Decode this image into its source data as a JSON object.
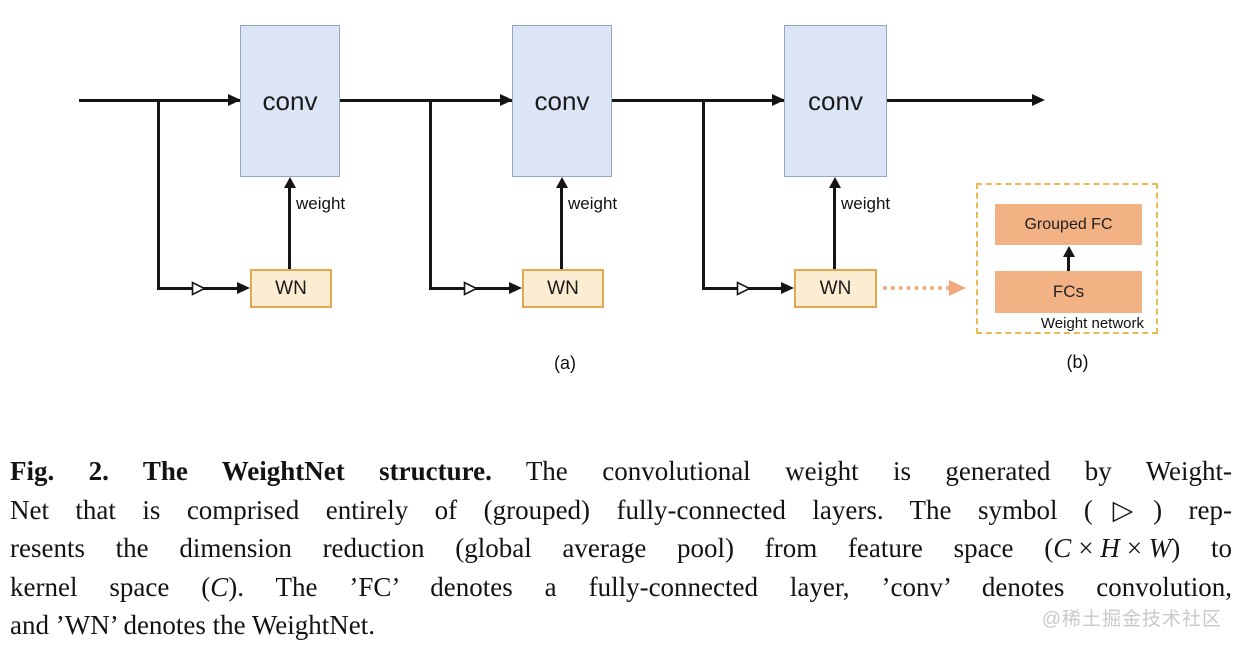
{
  "diagram": {
    "units": [
      {
        "conv_label": "conv",
        "wn_label": "WN",
        "weight_label": "weight"
      },
      {
        "conv_label": "conv",
        "wn_label": "WN",
        "weight_label": "weight"
      },
      {
        "conv_label": "conv",
        "wn_label": "WN",
        "weight_label": "weight"
      }
    ],
    "detail": {
      "grouped_fc_label": "Grouped FC",
      "fcs_label": "FCs",
      "caption": "Weight network"
    },
    "sub_labels": {
      "a": "(a)",
      "b": "(b)"
    }
  },
  "caption": {
    "lines": [
      {
        "parts": [
          {
            "t": "Fig. 2. The WeightNet structure.",
            "b": true
          },
          {
            "t": " The convolutional weight is generated by Weight-"
          }
        ]
      },
      {
        "parts": [
          {
            "t": "Net that is comprised entirely of (grouped) fully-connected layers. The symbol (▷) rep-"
          }
        ]
      },
      {
        "parts": [
          {
            "t": "resents the dimension reduction (global average pool) from feature space ("
          },
          {
            "t": "C × H × W",
            "i": true
          },
          {
            "t": ") to"
          }
        ]
      },
      {
        "parts": [
          {
            "t": "kernel space ("
          },
          {
            "t": "C",
            "i": true
          },
          {
            "t": "). The ’FC’ denotes a fully-connected layer, ’conv’ denotes convolution,"
          }
        ]
      },
      {
        "parts": [
          {
            "t": "and ’WN’ denotes the WeightNet."
          }
        ],
        "last": true
      }
    ]
  },
  "watermark": "@稀土掘金技术社区",
  "colors": {
    "conv_fill": "#dbe5f5",
    "conv_border": "#93a4c7",
    "wn_fill": "#fcecd2",
    "wn_border": "#e2a74f",
    "fc_fill": "#f2b283",
    "dashed_border": "#e7bb55",
    "dotted_arrow": "#f0a878",
    "line_color": "#151515",
    "caption_color": "#131313",
    "watermark_color": "#c9c9c9"
  }
}
